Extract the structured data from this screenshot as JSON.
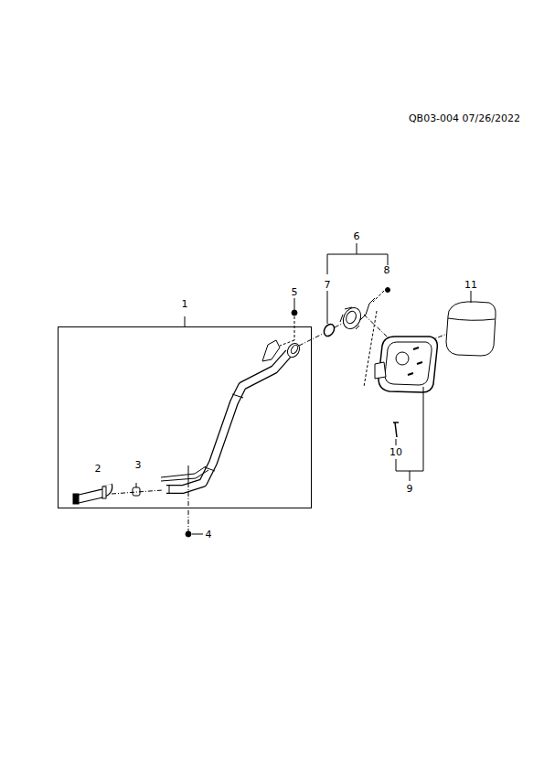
{
  "diagram": {
    "nodes": [
      {
        "text": [
          "1"
        ]
      }
    ],
    "labels": [
      "QB03-004 07/26/2022",
      "2",
      "3",
      "4",
      "5",
      "6",
      "7",
      "8",
      "9",
      "10",
      "11"
    ]
  }
}
